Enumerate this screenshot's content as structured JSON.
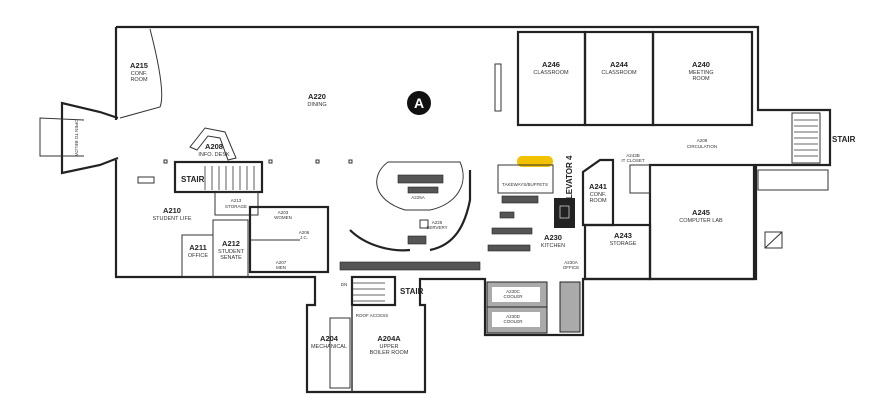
{
  "marker": "A",
  "highlight_color": "#f2c200",
  "rooms": [
    {
      "id": "A215",
      "name": "CONF.",
      "name2": "ROOM"
    },
    {
      "id": "A220",
      "name": "DINING"
    },
    {
      "id": "A246",
      "name": "CLASSROOM"
    },
    {
      "id": "A244",
      "name": "CLASSROOM"
    },
    {
      "id": "A240",
      "name": "MEETING",
      "name2": "ROOM"
    },
    {
      "id": "A209",
      "name": "CIRCULATION"
    },
    {
      "id": "A208",
      "name": "INFO. DESK"
    },
    {
      "id": "A210",
      "name": "STUDENT LIFE"
    },
    {
      "id": "A213",
      "name": "STORAGE"
    },
    {
      "id": "A211",
      "name": "OFFICE"
    },
    {
      "id": "A212",
      "name": "STUDENT",
      "name2": "SENATE"
    },
    {
      "id": "A203",
      "name": "WOMEN"
    },
    {
      "id": "A206",
      "name": "J.C."
    },
    {
      "id": "A207",
      "name": "MEN"
    },
    {
      "id": "A225A",
      "name": ""
    },
    {
      "id": "A225",
      "name": "SERVERY"
    },
    {
      "id": "A230",
      "name": "KITCHEN"
    },
    {
      "id": "A230A",
      "name": "OFFICE"
    },
    {
      "id": "A230C",
      "name": "COOLER"
    },
    {
      "id": "A230D",
      "name": "COOLER"
    },
    {
      "id": "A241",
      "name": "CONF.",
      "name2": "ROOM"
    },
    {
      "id": "A243B",
      "name": "IT CLOSET"
    },
    {
      "id": "A243",
      "name": "STORAGE"
    },
    {
      "id": "A245",
      "name": "COMPUTER LAB"
    },
    {
      "id": "A204",
      "name": "MECHANICAL"
    },
    {
      "id": "A204A",
      "name": "UPPER",
      "name2": "BOILER ROOM"
    }
  ],
  "labels": {
    "stair_left": "STAIR",
    "stair_right": "STAIR",
    "stair_bottom": "STAIR",
    "elevator": "ELEVATOR 4",
    "roof_access": "ROOF ACCESS",
    "open_to_below": "OPEN TO BELOW",
    "dn": "DN",
    "kitchen_note": "TAKEWAYS/BUFFETS"
  }
}
